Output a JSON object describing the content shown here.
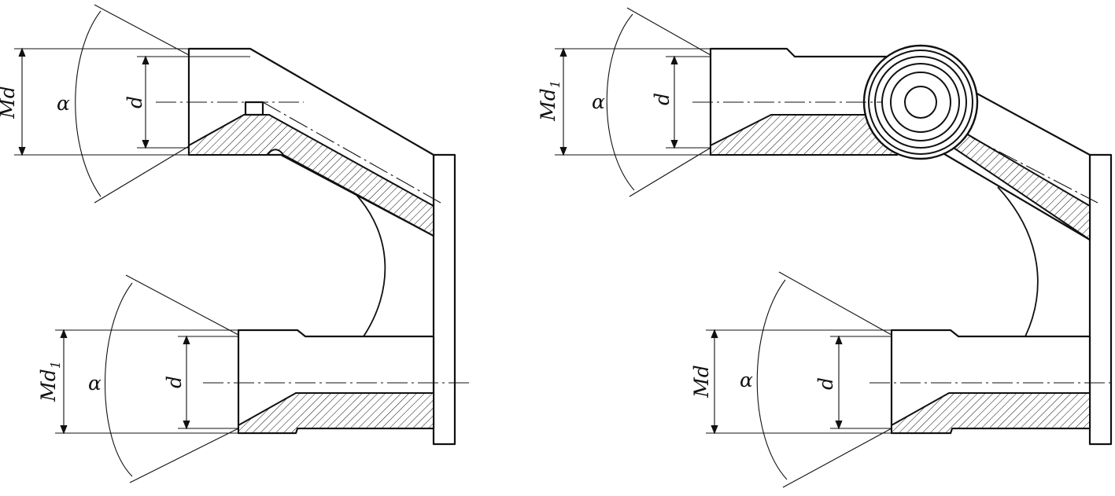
{
  "figure": {
    "left": {
      "upper_dims": {
        "outer": "Md",
        "angle": "α",
        "inner": "d"
      },
      "lower_dims": {
        "outer": "Md",
        "outer_sub": "1",
        "angle": "α",
        "inner": "d"
      }
    },
    "right": {
      "upper_dims": {
        "outer": "Md",
        "outer_sub": "1",
        "angle": "α",
        "inner": "d"
      },
      "lower_dims": {
        "outer": "Md",
        "angle": "α",
        "inner": "d"
      }
    }
  },
  "colors": {
    "line": "#111111",
    "background": "#ffffff"
  }
}
